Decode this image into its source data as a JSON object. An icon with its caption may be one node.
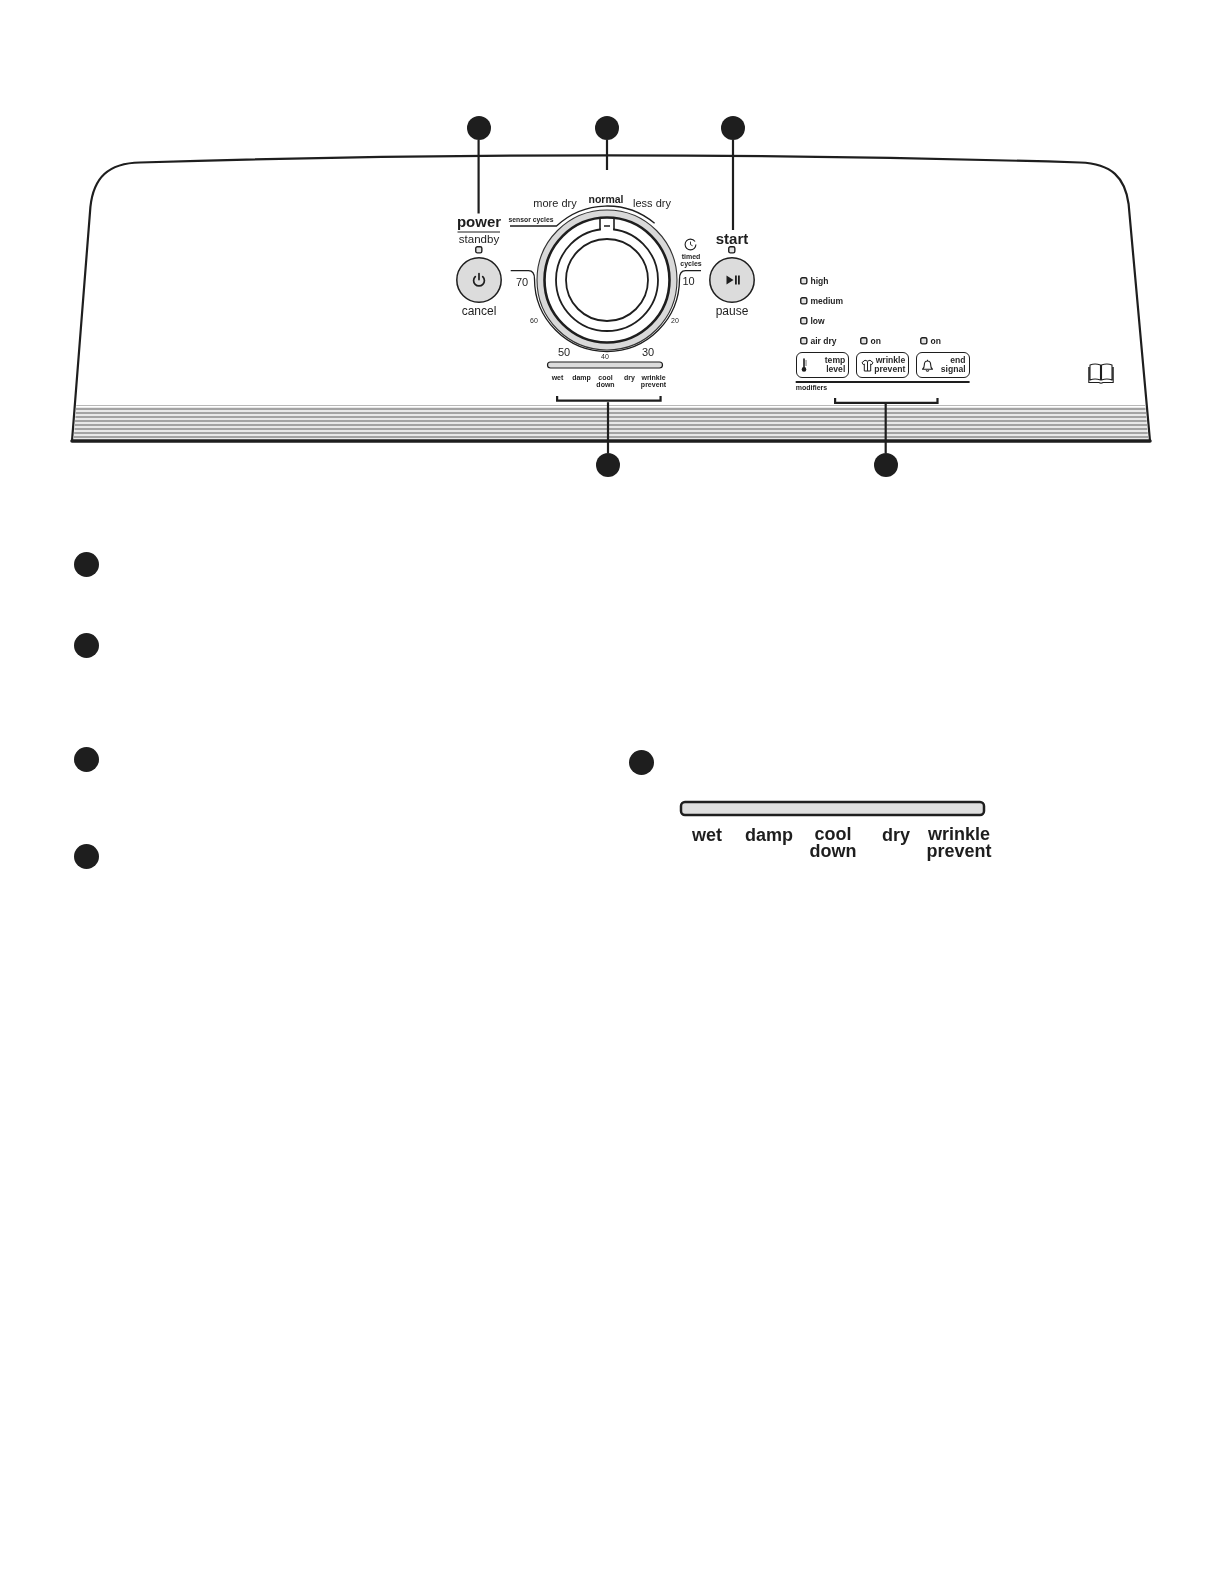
{
  "diagram": {
    "nodes": [
      {
        "text": [],
        "shape": "circle"
      },
      {
        "text": [],
        "shape": "circle"
      },
      {
        "text": [],
        "shape": "circle"
      },
      {
        "text": [
          "power"
        ]
      },
      {
        "text": [
          "start"
        ]
      },
      {
        "text": [
          "temp level"
        ]
      },
      {
        "text": [
          "wrinkle prevent"
        ]
      },
      {
        "text": [
          "end signal"
        ]
      },
      {
        "text": [],
        "shape": "bracket"
      },
      {
        "text": [],
        "shape": "bracket"
      },
      {
        "text": [],
        "shape": "circle"
      },
      {
        "text": [],
        "shape": "circle"
      },
      {
        "text": [],
        "shape": "circle"
      },
      {
        "text": [],
        "shape": "circle"
      },
      {
        "text": [],
        "shape": "circle"
      },
      {
        "text": [],
        "shape": "circle"
      },
      {
        "text": [],
        "shape": "circle"
      }
    ],
    "edges": [
      {
        "from": 0,
        "to": 3,
        "arrow": "none"
      },
      {
        "from": 1,
        "to": null,
        "arrow": "none"
      },
      {
        "from": 2,
        "to": 4,
        "arrow": "none"
      },
      {
        "from": 10,
        "to": 8,
        "arrow": "none"
      },
      {
        "from": 11,
        "to": 9,
        "arrow": "none"
      }
    ],
    "labels": [
      "more dry",
      "normal",
      "less dry",
      "sensor cycles",
      "standby",
      "timed cycles",
      "70",
      "10",
      "cancel",
      "pause",
      "60",
      "20",
      "high",
      "medium",
      "low",
      "air dry",
      "on",
      "on",
      "50",
      "40",
      "30",
      "wet",
      "damp",
      "cool down",
      "dry",
      "wrinkle prevent",
      "modifiers",
      "wet",
      "damp",
      "cool down",
      "dry",
      "wrinkle prevent"
    ]
  }
}
